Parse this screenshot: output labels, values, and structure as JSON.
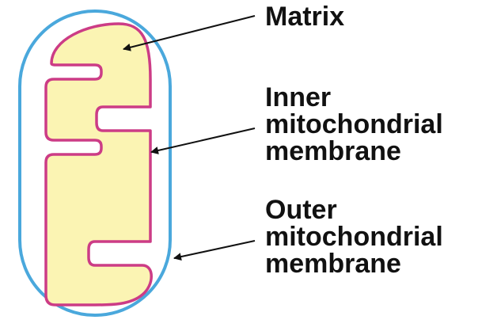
{
  "diagram": {
    "labels": {
      "matrix": "Matrix",
      "inner_line1": "Inner",
      "inner_line2": "mitochondrial",
      "inner_line3": "membrane",
      "outer_line1": "Outer",
      "outer_line2": "mitochondrial",
      "outer_line3": "membrane"
    },
    "colors": {
      "outer_membrane": "#4aa8dc",
      "inner_membrane": "#cc3c86",
      "matrix_fill": "#fbf4b3",
      "arrow": "#111111",
      "text": "#111111"
    }
  }
}
